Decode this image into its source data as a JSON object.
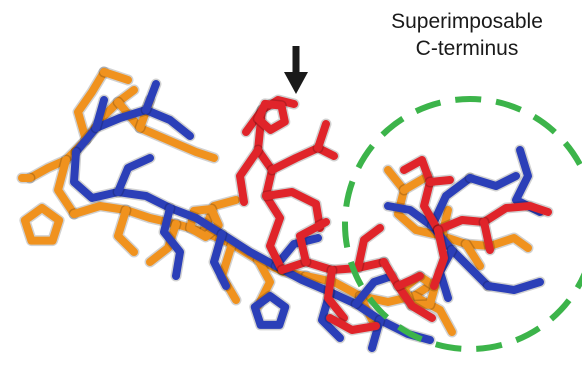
{
  "annotation": {
    "line1": "Superimposable",
    "line2": "C-terminus"
  },
  "colors": {
    "structure_orange": "#f0921e",
    "structure_blue": "#2b3fb8",
    "structure_red": "#e0242a",
    "circle_green": "#3cb44a",
    "arrow": "#1a1a1a",
    "background": "#ffffff"
  },
  "icons": {
    "pointer": "down-arrow-icon",
    "region_marker": "dashed-circle"
  }
}
